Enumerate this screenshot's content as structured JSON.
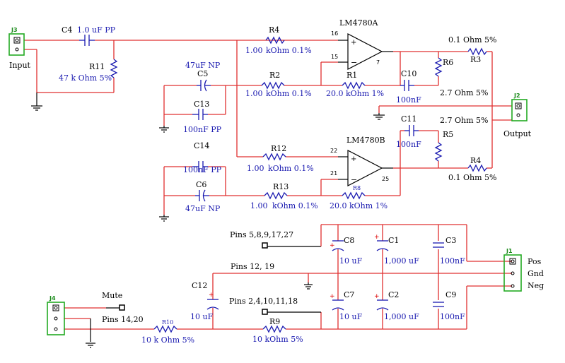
{
  "connectors": {
    "j3": {
      "ref": "J3",
      "label": "Input"
    },
    "j2": {
      "ref": "J2",
      "label": "Output"
    },
    "j1": {
      "ref": "J1",
      "pins": [
        "Pos",
        "Gnd",
        "Neg"
      ]
    },
    "j4": {
      "ref": "J4"
    }
  },
  "amps": {
    "a": {
      "name": "LM4780A",
      "pin_in_plus": "16",
      "pin_in_minus": "15",
      "pin_out": "7"
    },
    "b": {
      "name": "LM4780B",
      "pin_in_plus": "22",
      "pin_in_minus": "21",
      "pin_out": "25"
    }
  },
  "parts": {
    "c4": {
      "ref": "C4",
      "value": "1.0 uF  PP"
    },
    "r11": {
      "ref": "R11",
      "value": "47 k Ohm 5%"
    },
    "r4a": {
      "ref": "R4",
      "v1": "1.00",
      "v2": "kOhm 0.1%"
    },
    "c5": {
      "ref": "C5",
      "value": "47uF NP"
    },
    "r2": {
      "ref": "R2",
      "v1": "1.00",
      "v2": "kOhm 0.1%"
    },
    "r1": {
      "ref": "R1",
      "value": "20.0 kOhm 1%"
    },
    "c13": {
      "ref": "C13",
      "value": "100nF PP"
    },
    "r3": {
      "ref": "R3",
      "value": "0.1 Ohm 5%"
    },
    "r6": {
      "ref": "R6",
      "value": "2.7 Ohm 5%"
    },
    "c10": {
      "ref": "C10",
      "value": "100nF"
    },
    "c11": {
      "ref": "C11",
      "value": "100nF"
    },
    "r5": {
      "ref": "R5",
      "value": "2.7 Ohm 5%"
    },
    "r4b": {
      "ref": "R4",
      "value": "0.1 Ohm 5%"
    },
    "c14": {
      "ref": "C14",
      "value": "100nF PP"
    },
    "c6": {
      "ref": "C6",
      "value": "47uF NP"
    },
    "r12": {
      "ref": "R12",
      "v1": "1.00",
      "v2": "kOhm 0.1%"
    },
    "r13": {
      "ref": "R13",
      "v1": "1.00",
      "v2": "kOhm 0.1%"
    },
    "r8": {
      "ref": "R8",
      "value": "20.0 kOhm 1%"
    },
    "c8": {
      "ref": "C8",
      "value": "10 uF"
    },
    "c1": {
      "ref": "C1",
      "value": "1,000 uF"
    },
    "c3": {
      "ref": "C3",
      "value": "100nF"
    },
    "c7": {
      "ref": "C7",
      "value": "10 uF"
    },
    "c2": {
      "ref": "C2",
      "value": "1,000 uF"
    },
    "c9": {
      "ref": "C9",
      "value": "100nF"
    },
    "c12": {
      "ref": "C12",
      "value": "10 uF"
    },
    "r10": {
      "ref": "R10",
      "value": "10 k Ohm 5%"
    },
    "r9": {
      "ref": "R9",
      "value": "10 kOhm 5%"
    }
  },
  "netlabels": {
    "pins_pos": "Pins 5,8,9,17,27",
    "pins_gnd": "Pins 12, 19",
    "pins_neg": "Pins 2,4,10,11,18",
    "mute": "Mute",
    "mute_pins": "Pins 14,20"
  },
  "colors": {
    "wire": "#e03030",
    "component": "#1a1ab0",
    "connector": "#22aa22",
    "symbol": "#000000"
  }
}
